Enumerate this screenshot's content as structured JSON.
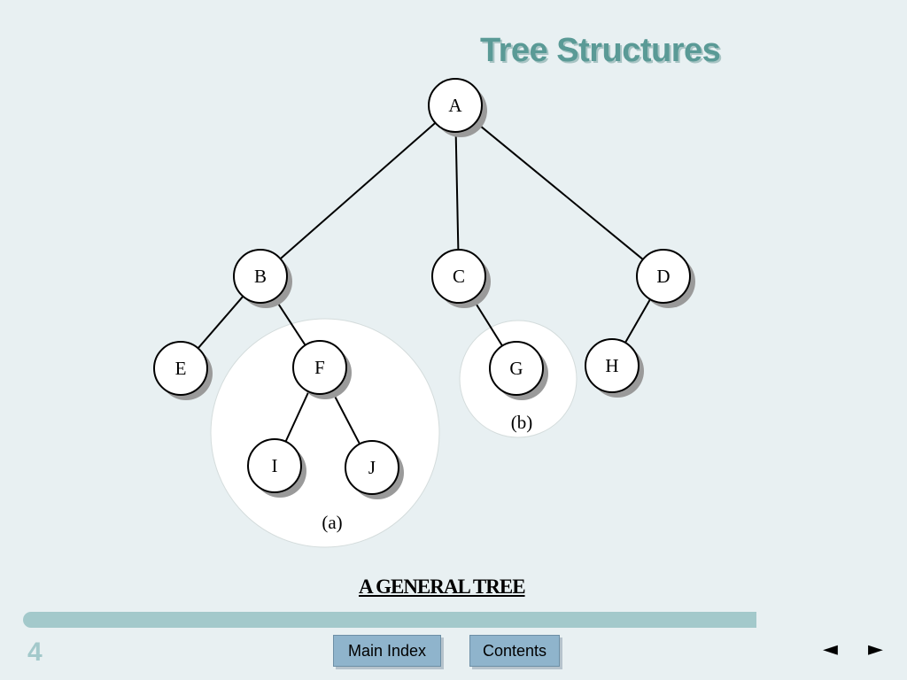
{
  "slide": {
    "title": "Tree Structures",
    "caption": "A GENERAL TREE",
    "page_number": "4"
  },
  "tree": {
    "nodes": [
      "A",
      "B",
      "C",
      "D",
      "E",
      "F",
      "G",
      "H",
      "I",
      "J"
    ],
    "edges": [
      [
        "A",
        "B"
      ],
      [
        "A",
        "C"
      ],
      [
        "A",
        "D"
      ],
      [
        "B",
        "E"
      ],
      [
        "B",
        "F"
      ],
      [
        "C",
        "G"
      ],
      [
        "D",
        "H"
      ],
      [
        "F",
        "I"
      ],
      [
        "F",
        "J"
      ]
    ],
    "subtree_labels": {
      "a": "(a)",
      "b": "(b)"
    }
  },
  "footer": {
    "main_index_label": "Main Index",
    "contents_label": "Contents",
    "prev_icon": "◄",
    "next_icon": "►"
  }
}
